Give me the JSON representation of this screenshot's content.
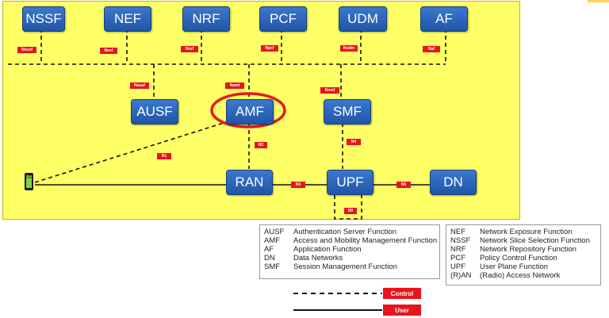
{
  "functions": {
    "nssf": "NSSF",
    "nef": "NEF",
    "nrf": "NRF",
    "pcf": "PCF",
    "udm": "UDM",
    "af": "AF",
    "ausf": "AUSF",
    "amf": "AMF",
    "smf": "SMF",
    "ran": "RAN",
    "upf": "UPF",
    "dn": "DN"
  },
  "interfaces": {
    "nssf": "Nnssf",
    "nef": "Nnef",
    "nrf": "Nnrf",
    "pcf": "Npcf",
    "udm": "Nudm",
    "af": "Naf",
    "ausf": "Nausf",
    "amf": "Namf",
    "smf": "Nsmf",
    "n1": "N1",
    "n2": "N2",
    "n3": "N3",
    "n4": "N4",
    "n6": "N6",
    "n9": "N9"
  },
  "ue_label": "UE",
  "legend_left": [
    {
      "abbr": "AUSF",
      "name": "Authentication Server Function"
    },
    {
      "abbr": "AMF",
      "name": "Access and Mobility Management Function"
    },
    {
      "abbr": "AF",
      "name": "Application Function"
    },
    {
      "abbr": "DN",
      "name": "Data Networks"
    },
    {
      "abbr": "SMF",
      "name": "Session Management Function"
    }
  ],
  "legend_right": [
    {
      "abbr": "NEF",
      "name": "Network Exposure Function"
    },
    {
      "abbr": "NSSF",
      "name": "Network Slice Selection Function"
    },
    {
      "abbr": "NRF",
      "name": "Network Repository Function"
    },
    {
      "abbr": "PCF",
      "name": "Policy Control Function"
    },
    {
      "abbr": "UPF",
      "name": "User Plane Function"
    },
    {
      "abbr": "(R)AN",
      "name": "(Radio) Access Network"
    }
  ],
  "key": {
    "control": "Control",
    "user": "User"
  },
  "colors": {
    "panel": "#ffff66",
    "panel_border": "#c9b400",
    "box": "#2b62b8",
    "tag": "#e8141c",
    "highlight": "#e41a1c"
  }
}
